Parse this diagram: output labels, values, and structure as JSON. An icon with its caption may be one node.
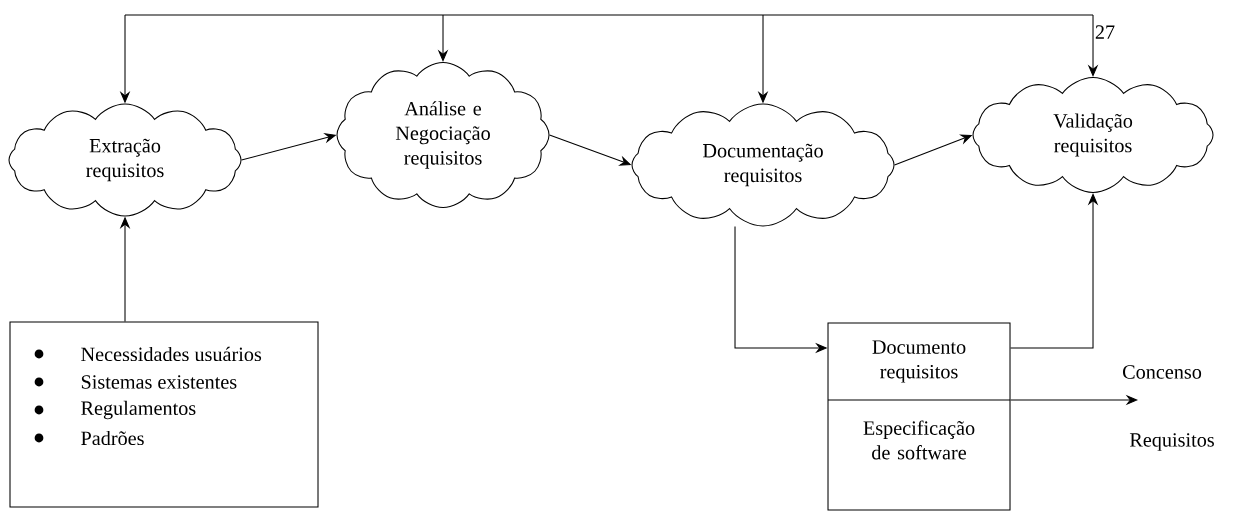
{
  "diagram": {
    "nodes": [
      {
        "text": [
          "Extração requisitos"
        ]
      },
      {
        "text": [
          "Análise e Negociação requisitos"
        ]
      },
      {
        "text": [
          "Documentação requisitos"
        ]
      },
      {
        "text": [
          "Validação requisitos"
        ]
      },
      {
        "text": [
          "Necessidades usuários",
          "Sistemas existentes",
          "Regulamentos",
          "Padrões"
        ]
      },
      {
        "text": [
          "Documento requisitos",
          "Especificação de software"
        ]
      },
      {
        "text": [
          "Concenso"
        ]
      }
    ],
    "edges": [
      {
        "from": null,
        "to": 0,
        "arrow": "to"
      },
      {
        "from": null,
        "to": 1,
        "arrow": "to"
      },
      {
        "from": null,
        "to": 2,
        "arrow": "to"
      },
      {
        "from": null,
        "to": 3,
        "arrow": "to"
      },
      {
        "from": 0,
        "to": 1,
        "arrow": "to"
      },
      {
        "from": 1,
        "to": 2,
        "arrow": "to"
      },
      {
        "from": 2,
        "to": 3,
        "arrow": "to"
      },
      {
        "from": 4,
        "to": 0,
        "arrow": "to"
      },
      {
        "from": 2,
        "to": 5,
        "arrow": "to"
      },
      {
        "from": 5,
        "to": 3,
        "arrow": "to"
      },
      {
        "from": 5,
        "to": 6,
        "arrow": "to"
      }
    ],
    "labels": [
      "27",
      "Requisitos"
    ]
  }
}
